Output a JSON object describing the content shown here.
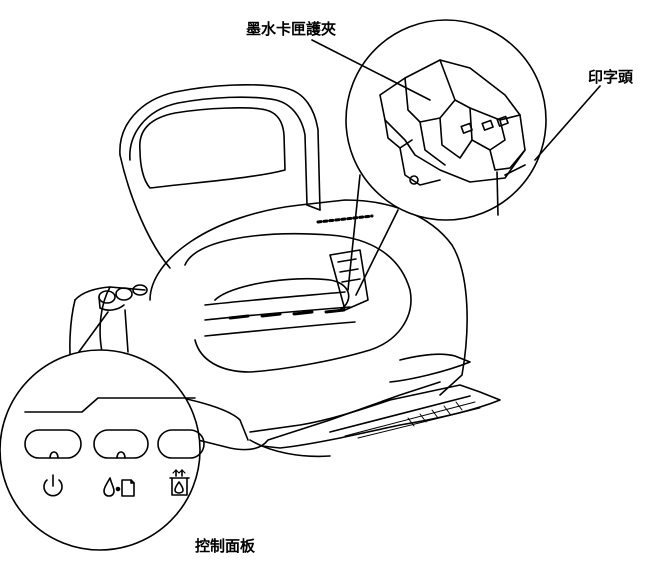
{
  "labels": {
    "cartridge_clamp": "墨水卡匣護夾",
    "print_head": "印字頭",
    "control_panel": "控制面板"
  },
  "control_panel_icons": [
    {
      "name": "power-icon"
    },
    {
      "name": "ink-paper-icon"
    },
    {
      "name": "cleaning-icon"
    }
  ],
  "colors": {
    "line": "#000000",
    "background": "#ffffff"
  }
}
